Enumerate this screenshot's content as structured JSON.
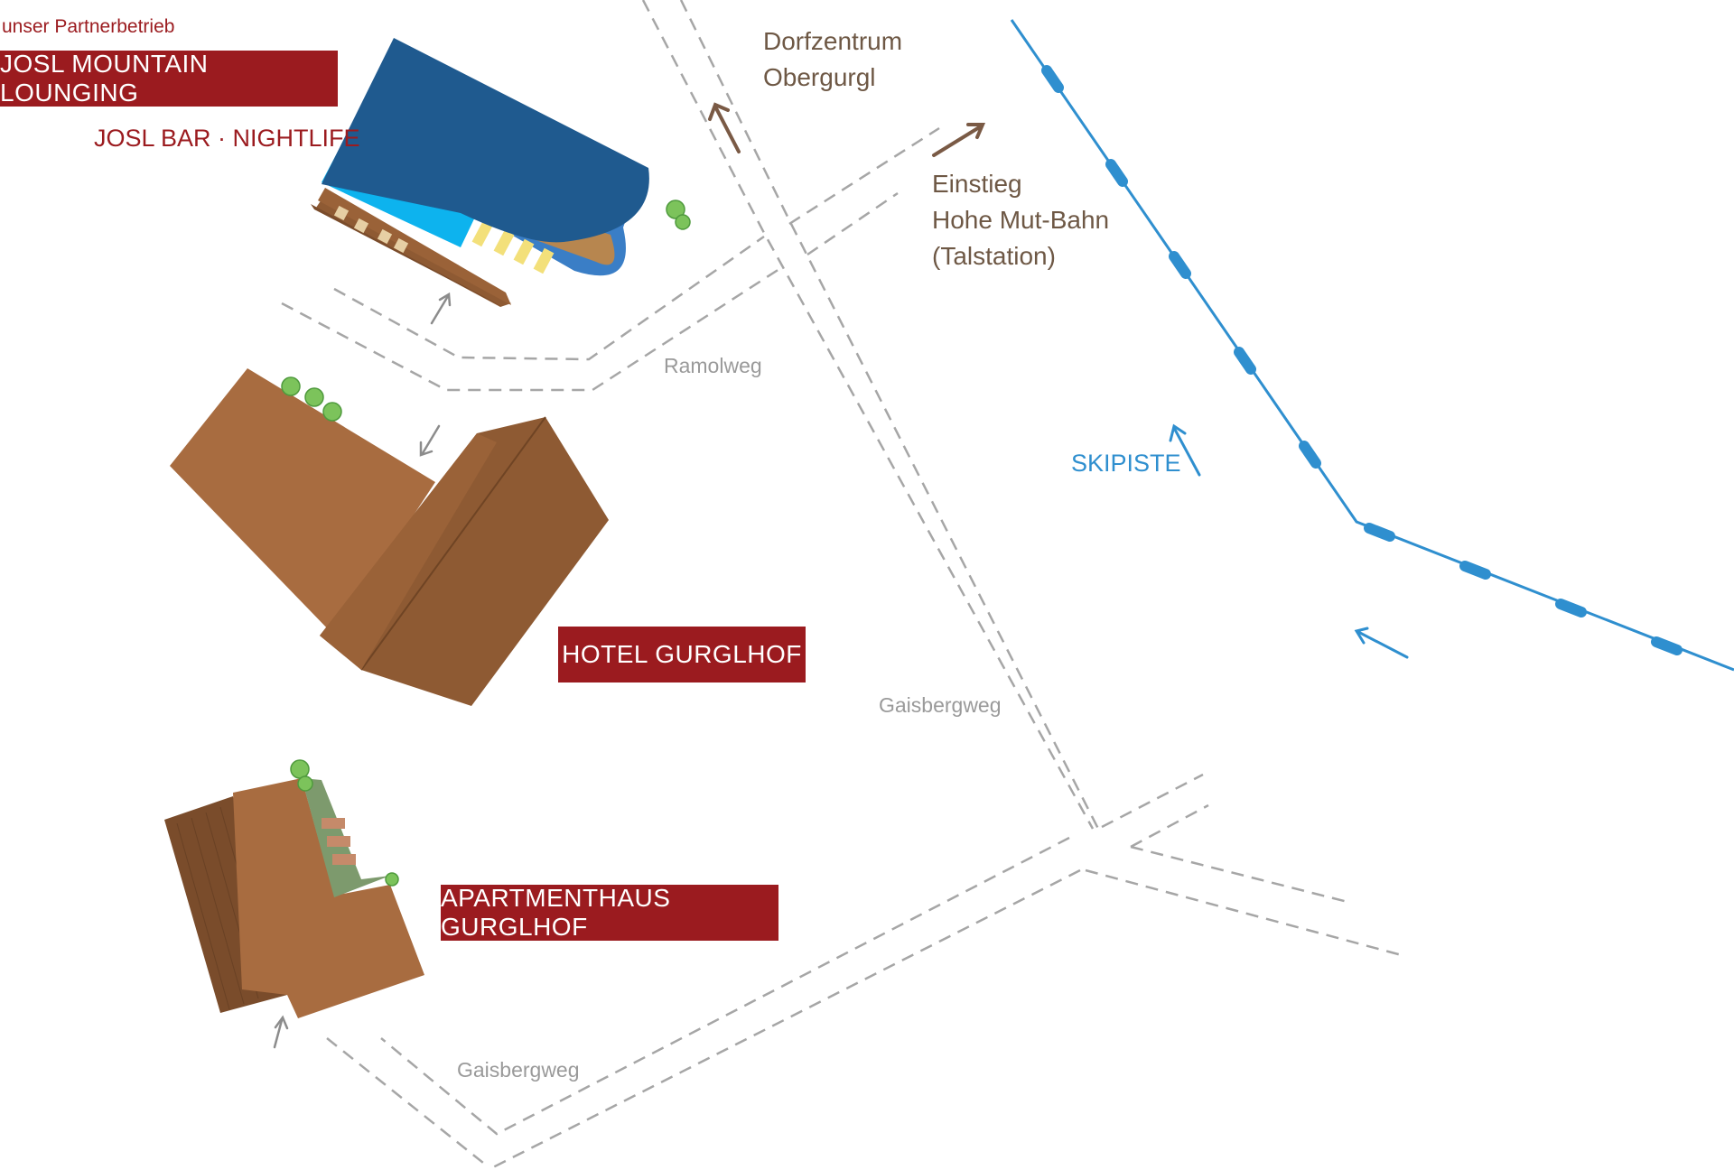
{
  "partner_note": "unser Partnerbetrieb",
  "places": {
    "josl": {
      "name": "JOSL MOUNTAIN LOUNGING",
      "subtitle": "JOSL BAR · NIGHTLIFE"
    },
    "hotel": {
      "name": "HOTEL GURGLHOF"
    },
    "apartment": {
      "name": "APARTMENTHAUS GURGLHOF"
    }
  },
  "directions": {
    "village": {
      "line1": "Dorfzentrum",
      "line2": "Obergurgl"
    },
    "lift": {
      "line1": "Einstieg",
      "line2": "Hohe Mut-Bahn",
      "line3": "(Talstation)"
    }
  },
  "streets": {
    "ramolweg": "Ramolweg",
    "gaisbergweg_east": "Gaisbergweg",
    "gaisbergweg_south": "Gaisbergweg"
  },
  "ski_slope": {
    "label": "SKIPISTE"
  },
  "colors": {
    "brand_red": "#9b1b1f",
    "direction_brown": "#6e5845",
    "street_grey": "#a6a6a6",
    "ski_blue": "#2f8fcf",
    "roof_blue": "#1f5a8f",
    "pool_cyan": "#0db3ee",
    "building_brown": "#a86c40",
    "roof_brown": "#8e5a33",
    "greenery": "#7cc35b"
  }
}
